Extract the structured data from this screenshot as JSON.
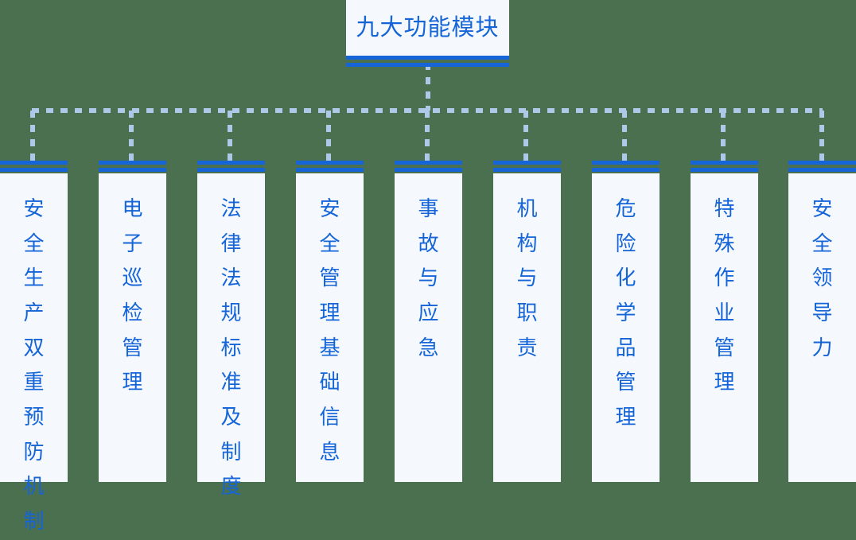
{
  "diagram": {
    "type": "org-tree",
    "orientation": "top-down",
    "background_color": "#4a7050",
    "node_fill_color": "#f5f9fd",
    "accent_color": "#1565d8",
    "connector_color": "#aec8e8",
    "connector_style": "dashed",
    "root": {
      "label": "九大功能模块"
    },
    "leaves": [
      {
        "label": "安全生产双重预防机制"
      },
      {
        "label": "电子巡检管理"
      },
      {
        "label": "法律法规标准及制度"
      },
      {
        "label": "安全管理基础信息"
      },
      {
        "label": "事故与应急"
      },
      {
        "label": "机构与职责"
      },
      {
        "label": "危险化学品管理"
      },
      {
        "label": "特殊作业管理"
      },
      {
        "label": "安全领导力"
      }
    ]
  }
}
